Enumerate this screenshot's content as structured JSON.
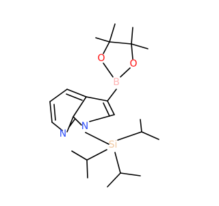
{
  "colors": {
    "background": "#ffffff",
    "bond": "#000000",
    "oxygen": "#ff0d0d",
    "boron": "#ffb5b5",
    "nitrogen": "#3050f8",
    "silicon": "#f0c8a0"
  },
  "atoms": {
    "oxygen_left": "O",
    "oxygen_right": "O",
    "boron": "B",
    "nitrogen_pyrrole": "N",
    "nitrogen_pyridine": "N",
    "silicon": "Si"
  }
}
